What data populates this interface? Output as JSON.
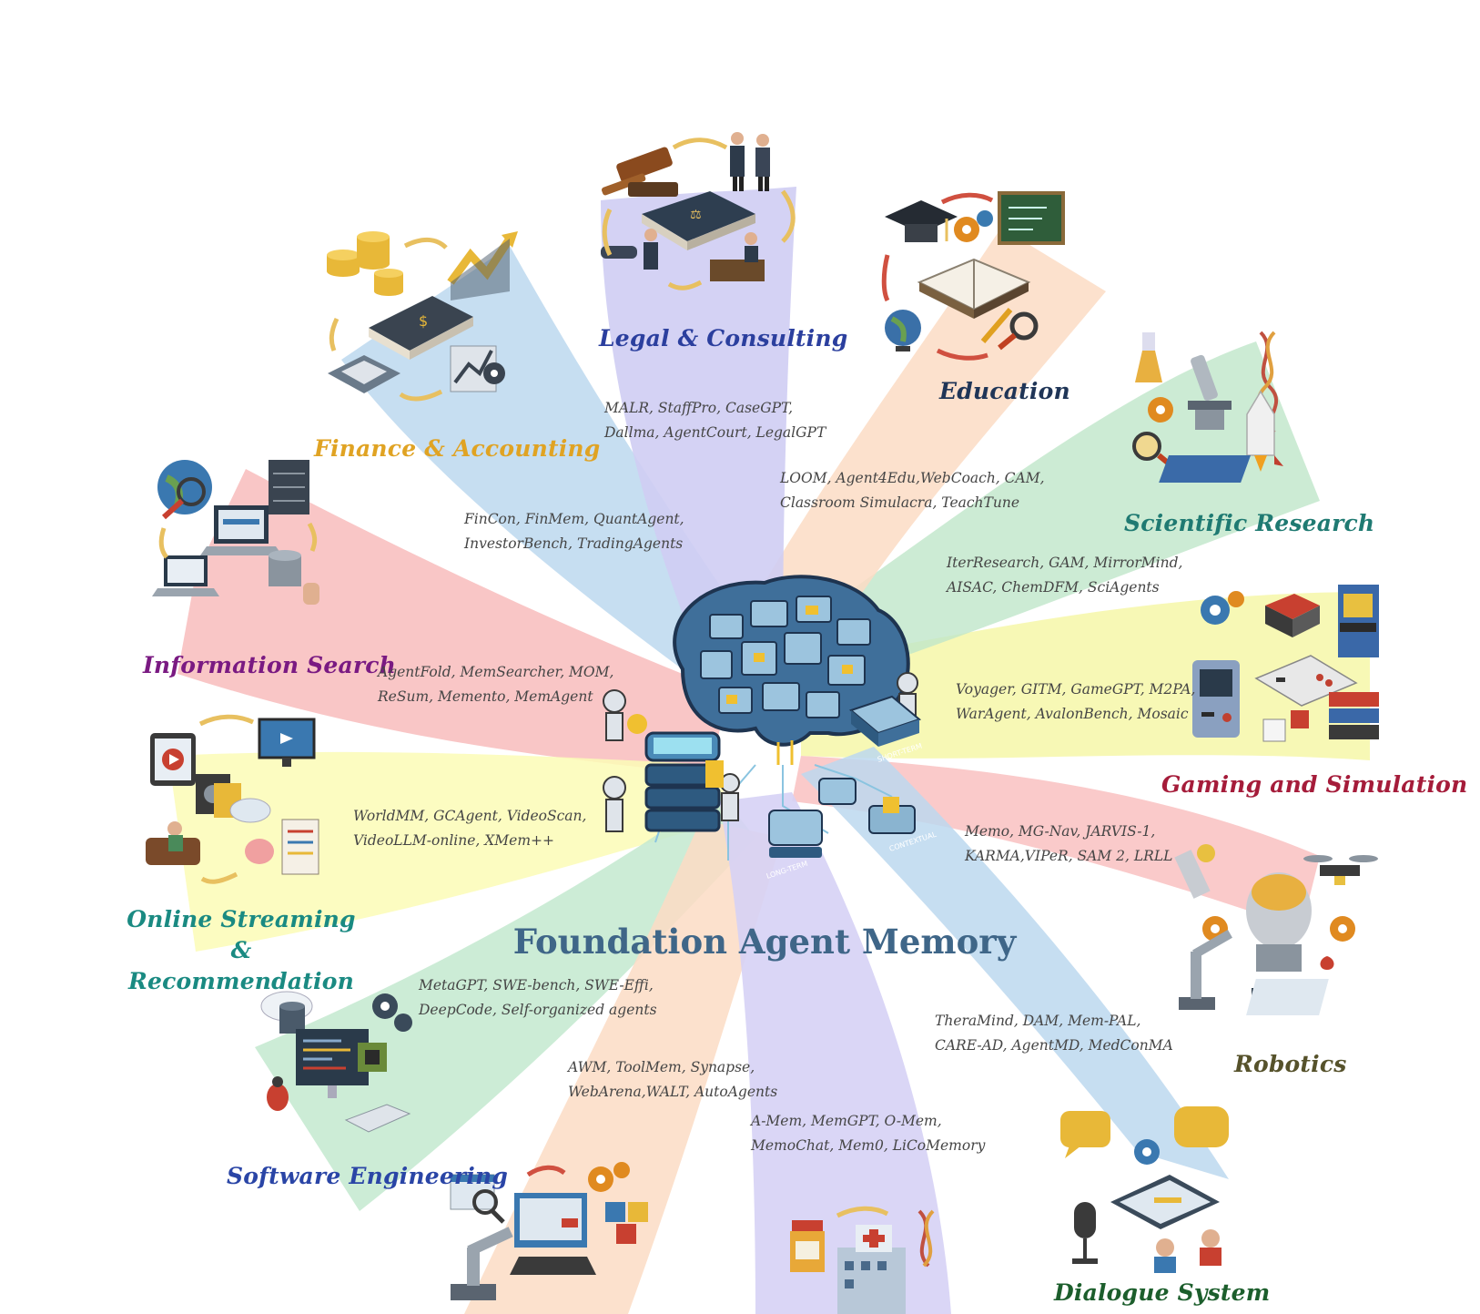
{
  "title": "Foundation Agent Memory",
  "center_labels": [
    "SHORT-TERM",
    "LONG-TERM",
    "CONTEXTUAL"
  ],
  "domains": [
    {
      "key": "legal",
      "title": "Legal & Consulting",
      "color": "#2b3f9e",
      "beam": "#cfcdf3",
      "works": [
        "MALR, StaffPro, CaseGPT,",
        "Dallma, AgentCourt, LegalGPT"
      ]
    },
    {
      "key": "education",
      "title": "Education",
      "color": "#1f3557",
      "beam": "#fbdcc4",
      "works": [
        "LOOM, Agent4Edu,WebCoach, CAM,",
        "Classroom Simulacra, TeachTune"
      ]
    },
    {
      "key": "science",
      "title": "Scientific Research",
      "color": "#1f7a72",
      "beam": "#bfe6c9",
      "works": [
        "IterResearch, GAM, MirrorMind,",
        "AISAC, ChemDFM, SciAgents"
      ]
    },
    {
      "key": "gaming",
      "title": "Gaming and Simulation",
      "color": "#a51c3a",
      "beam": "#f6f7a8",
      "works": [
        "Voyager, GITM, GameGPT, M2PA,",
        "WarAgent, AvalonBench, Mosaic"
      ]
    },
    {
      "key": "robotics",
      "title": "Robotics",
      "color": "#56522b",
      "beam": "#f8b8b8",
      "works": [
        "Memo, MG-Nav, JARVIS-1,",
        "KARMA,VIPeR, SAM 2, LRLL"
      ]
    },
    {
      "key": "dialogue",
      "title": "Dialogue System",
      "color": "#1c5e2c",
      "beam": "#bcd8ee",
      "works": [
        "TheraMind, DAM, Mem-PAL,",
        "CARE-AD, AgentMD, MedConMA"
      ]
    },
    {
      "key": "healthcare",
      "title": "",
      "color": "#4b3f9e",
      "beam": "#d6d2f5",
      "works": [
        "A-Mem, MemGPT, O-Mem,",
        "MemoChat, Mem0, LiCoMemory"
      ]
    },
    {
      "key": "automation",
      "title": "",
      "color": "#8a5a2b",
      "beam": "#fbdcc4",
      "works": [
        "AWM, ToolMem, Synapse,",
        "WebArena,WALT, AutoAgents"
      ]
    },
    {
      "key": "software",
      "title": "Software Engineering",
      "color": "#2a45a6",
      "beam": "#c3e9cf",
      "works": [
        "MetaGPT, SWE-bench, SWE-Effi,",
        "DeepCode, Self-organized agents"
      ]
    },
    {
      "key": "streaming",
      "title": "Online Streaming & Recommendation",
      "color": "#1a8a82",
      "beam": "#fbfbb6",
      "works": [
        "WorldMM, GCAgent, VideoScan,",
        "VideoLLM-online, XMem++"
      ]
    },
    {
      "key": "search",
      "title": "Information Search",
      "color": "#7a1a82",
      "beam": "#f8b8b8",
      "works": [
        "AgentFold, MemSearcher, MOM,",
        "ReSum, Memento, MemAgent"
      ]
    },
    {
      "key": "finance",
      "title": "Finance & Accounting",
      "color": "#e0a323",
      "beam": "#bcd8ee",
      "works": [
        "FinCon, FinMem, QuantAgent,",
        "InvestorBench, TradingAgents"
      ]
    }
  ]
}
